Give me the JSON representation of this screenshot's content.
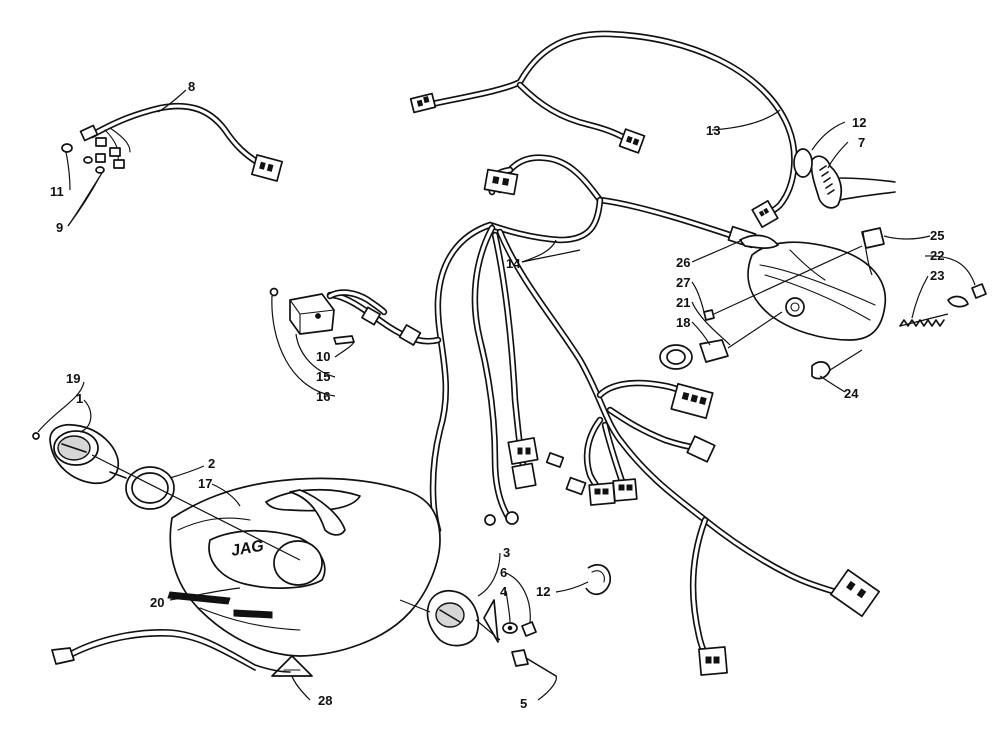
{
  "diagram": {
    "type": "exploded-parts-diagram",
    "subject": "snowmobile wiring harness, headlight and instrument console",
    "brand_decal_text": "JAG",
    "callouts": [
      {
        "id": "c1",
        "label": "1"
      },
      {
        "id": "c2",
        "label": "2"
      },
      {
        "id": "c3",
        "label": "3"
      },
      {
        "id": "c4",
        "label": "4"
      },
      {
        "id": "c5",
        "label": "5"
      },
      {
        "id": "c6",
        "label": "6"
      },
      {
        "id": "c7",
        "label": "7"
      },
      {
        "id": "c8",
        "label": "8"
      },
      {
        "id": "c9",
        "label": "9"
      },
      {
        "id": "c10",
        "label": "10"
      },
      {
        "id": "c11",
        "label": "11"
      },
      {
        "id": "c12a",
        "label": "12"
      },
      {
        "id": "c12b",
        "label": "12"
      },
      {
        "id": "c13",
        "label": "13"
      },
      {
        "id": "c14",
        "label": "14"
      },
      {
        "id": "c15",
        "label": "15"
      },
      {
        "id": "c16",
        "label": "16"
      },
      {
        "id": "c17",
        "label": "17"
      },
      {
        "id": "c18",
        "label": "18"
      },
      {
        "id": "c19",
        "label": "19"
      },
      {
        "id": "c20",
        "label": "20"
      },
      {
        "id": "c21",
        "label": "21"
      },
      {
        "id": "c22",
        "label": "22"
      },
      {
        "id": "c23",
        "label": "23"
      },
      {
        "id": "c24",
        "label": "24"
      },
      {
        "id": "c25",
        "label": "25"
      },
      {
        "id": "c26",
        "label": "26"
      },
      {
        "id": "c27",
        "label": "27"
      },
      {
        "id": "c28",
        "label": "28"
      }
    ]
  }
}
